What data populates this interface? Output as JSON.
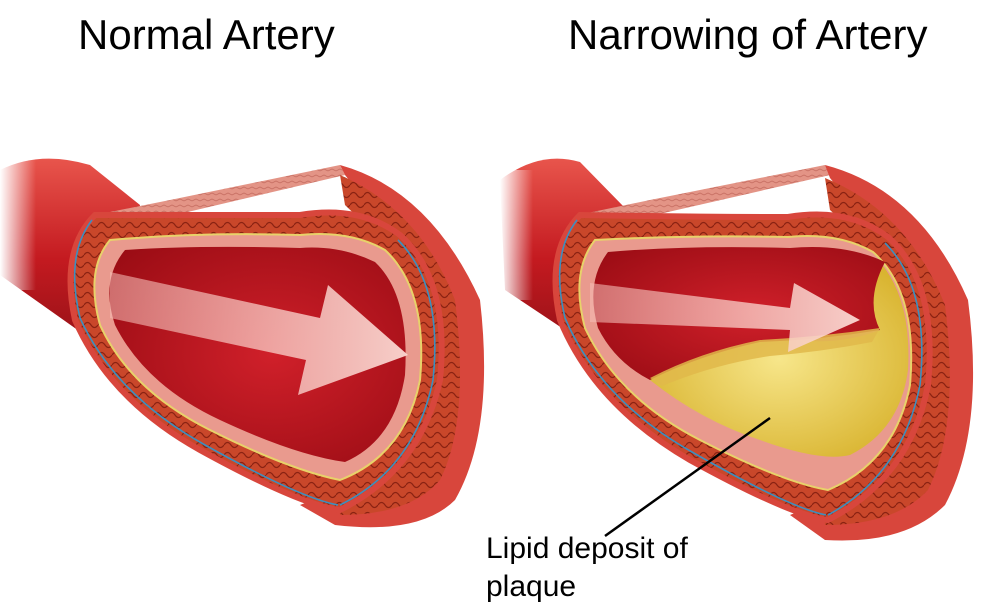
{
  "titles": {
    "normal": "Normal Artery",
    "narrowed": "Narrowing of Artery"
  },
  "annotation": {
    "line1": "Lipid deposit of",
    "line2": "plaque"
  },
  "colors": {
    "vessel_outer": "#d8463c",
    "vessel_dark": "#a8141a",
    "lumen": "#c4121c",
    "wall_pink": "#e99a8e",
    "muscle_orange": "#c9472a",
    "plaque_yellow": "#ecd04a",
    "plaque_light": "#f5e27a",
    "flow_arrow": "#f7c8c2",
    "blue_line": "#3c8fbf"
  }
}
